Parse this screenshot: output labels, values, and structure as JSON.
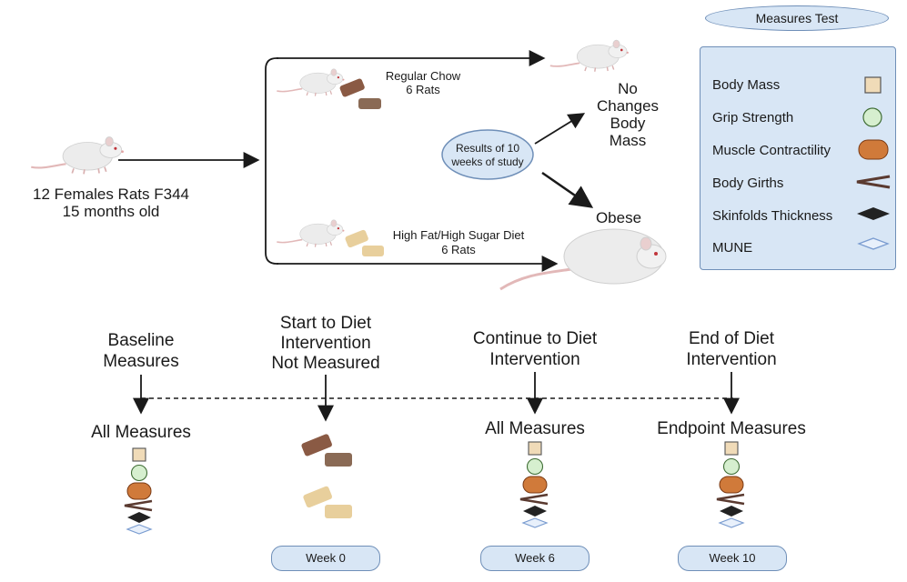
{
  "legend": {
    "title": "Measures Test",
    "items": [
      {
        "label": "Body Mass",
        "icon": "square-icon",
        "color": "#f0dbb8"
      },
      {
        "label": "Grip Strength",
        "icon": "circle-icon",
        "color": "#d6efcf"
      },
      {
        "label": "Muscle Contractility",
        "icon": "oval-icon",
        "color": "#d07a3a"
      },
      {
        "label": "Body Girths",
        "icon": "chevron-icon",
        "color": "#5a3a30"
      },
      {
        "label": "Skinfolds Thickness",
        "icon": "diamond-icon",
        "color": "#222222"
      },
      {
        "label": "MUNE",
        "icon": "diamond-outline-icon",
        "color": "#a9c3e6"
      }
    ]
  },
  "study": {
    "subject_line1": "12 Females Rats F344",
    "subject_line2": "15 months old",
    "chow_line1": "Regular Chow",
    "chow_line2": "6 Rats",
    "hfhs_line1": "High Fat/High Sugar Diet",
    "hfhs_line2": "6 Rats",
    "results_line1": "Results of 10",
    "results_line2": "weeks of study",
    "outcome_no_change": [
      "No",
      "Changes",
      "Body",
      "Mass"
    ],
    "outcome_obese": "Obese"
  },
  "timeline": [
    {
      "title": [
        "Baseline",
        "Measures"
      ],
      "label": "All Measures",
      "week": ""
    },
    {
      "title": [
        "Start to Diet",
        "Intervention",
        "Not Measured"
      ],
      "label": "",
      "week": "Week 0"
    },
    {
      "title": [
        "Continue to Diet",
        "Intervention"
      ],
      "label": "All Measures",
      "week": "Week 6"
    },
    {
      "title": [
        "End of Diet",
        "Intervention"
      ],
      "label": "Endpoint Measures",
      "week": "Week 10"
    }
  ],
  "colors": {
    "pill_fill": "#d8e6f5",
    "pill_stroke": "#6f8fb8",
    "chow_dark": "#8a5a44",
    "chow_light": "#e8cf9c"
  }
}
